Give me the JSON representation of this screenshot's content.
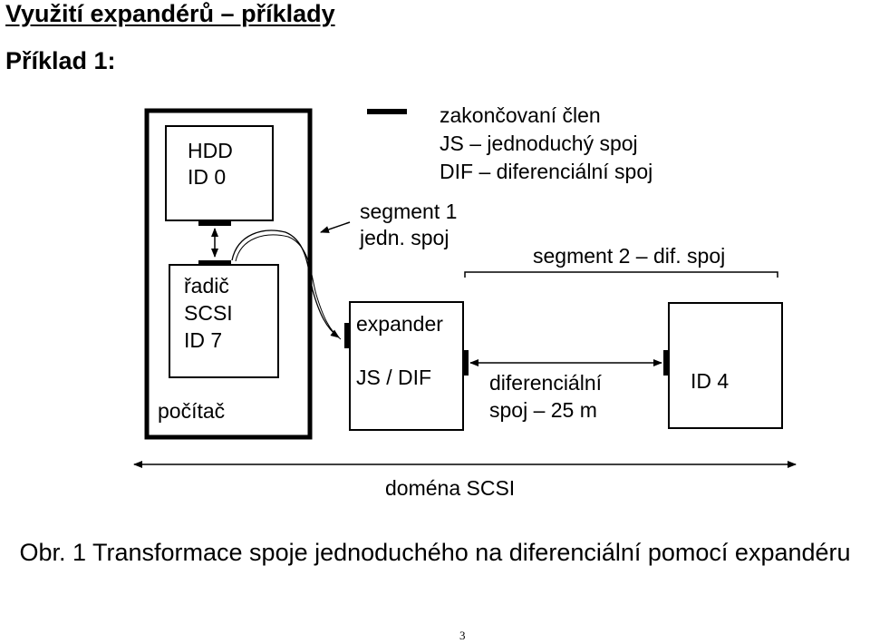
{
  "title": "Využití expandérů – příklady",
  "example_heading": "Příklad 1:",
  "legend": {
    "terminator": "zakončovaní člen",
    "js": "JS – jednoduchý spoj",
    "dif": "DIF – diferenciální spoj"
  },
  "computer": {
    "label": "počítač",
    "hdd": [
      "HDD",
      "ID 0"
    ],
    "controller": [
      "řadič",
      "SCSI",
      "ID 7"
    ]
  },
  "segment1": [
    "segment 1",
    "jedn. spoj"
  ],
  "segment2": "segment 2 – dif. spoj",
  "expander": {
    "label": "expander",
    "mode": "JS / DIF"
  },
  "cable": [
    "diferenciální",
    "spoj – 25 m"
  ],
  "device": "ID 4",
  "domain_label": "doména SCSI",
  "caption": "Obr. 1 Transformace spoje jednoduchého na diferenciální pomocí expandéru",
  "page_number": "3"
}
